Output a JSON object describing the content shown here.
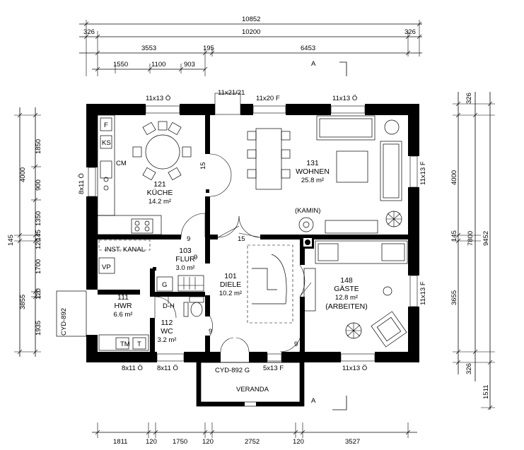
{
  "dimensions": {
    "top": {
      "overall": "10852",
      "inner": "10200",
      "left_end": "326",
      "right_end": "326",
      "left_section": "3553",
      "wall": "195",
      "right_section": "6453",
      "sub_a": "1550",
      "sub_b": "1100",
      "sub_c": "903"
    },
    "bottom": {
      "a": "1811",
      "w1": "120",
      "b": "1750",
      "w2": "120",
      "c": "2752",
      "w3": "120",
      "d": "3527"
    },
    "left_outer": {
      "a": "4000",
      "b": "145",
      "c": "3855"
    },
    "left_inner": {
      "a": "1850",
      "b": "900",
      "c": "1350",
      "d": "145",
      "e": "120",
      "f": "1700",
      "g": "120",
      "h": "1935"
    },
    "right_inner": {
      "a": "326",
      "b": "4000",
      "c": "145",
      "d": "3655",
      "e": "326"
    },
    "right_outer": {
      "a": "7800",
      "b": "9452",
      "c": "1511"
    }
  },
  "windows": {
    "kitchen": "11x13 Ö",
    "top_door": "11x21/21",
    "top_mid": "11x20 F",
    "top_right": "11x13 Ö",
    "left": "8x11 Ö",
    "right_top": "11x13 F",
    "right_bottom": "11x13 F",
    "bottom_1": "8x11 Ö",
    "bottom_2": "8x11 Ö",
    "bottom_3": "5x13 F",
    "bottom_4": "11x13 Ö",
    "door_left": "CYD-892",
    "door_bottom": "CYD-892 G"
  },
  "rooms": [
    {
      "number": "121",
      "name": "KÜCHE",
      "area": "14.2 m²"
    },
    {
      "number": "131",
      "name": "WOHNEN",
      "area": "25.8 m²"
    },
    {
      "number": "103",
      "name": "FLUR",
      "area": "3.0 m²"
    },
    {
      "number": "101",
      "name": "DIELE",
      "area": "10.2 m²"
    },
    {
      "number": "111",
      "name": "HWR",
      "area": "6.6 m²"
    },
    {
      "number": "112",
      "name": "WC",
      "area": "3.2 m²"
    },
    {
      "number": "148",
      "name": "GÄSTE",
      "area": "12.8 m²",
      "note": "(ARBEITEN)"
    }
  ],
  "labels": {
    "veranda": "VERANDA",
    "kamin": "(KAMIN)",
    "installation": "INST. KANAL",
    "vp": "VP",
    "dh": "D-H",
    "f": "F",
    "ks": "KS",
    "cm": "CM",
    "g": "G",
    "tm": "TM",
    "t": "T",
    "riser_15a": "15",
    "riser_15b": "15",
    "riser_9a": "9",
    "riser_9b": "9",
    "riser_9c": "9",
    "riser_9d": "9",
    "riser_9e": "9",
    "section_mark_a": "A",
    "section_mark_b": "A"
  }
}
